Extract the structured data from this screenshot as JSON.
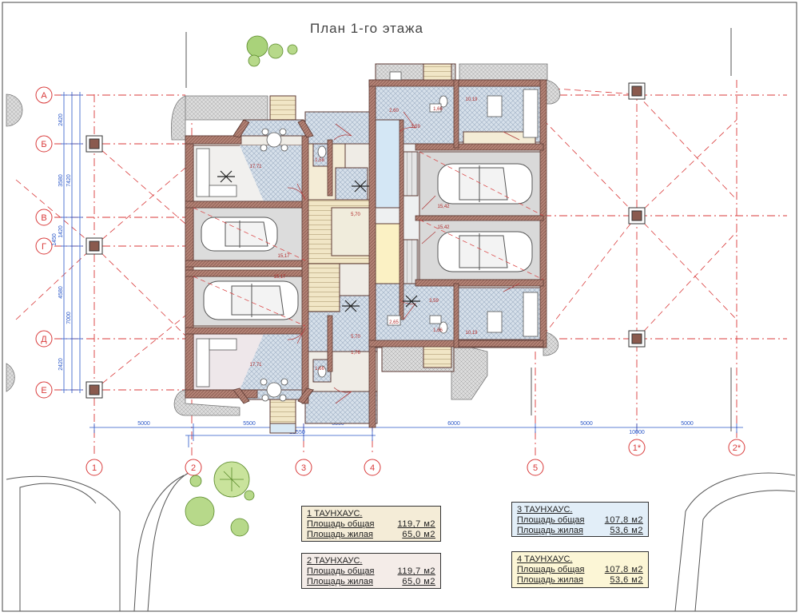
{
  "plan": {
    "title": "План 1-го этажа"
  },
  "axes": {
    "rows": [
      "А",
      "Б",
      "В",
      "Г",
      "Д",
      "Е"
    ],
    "cols": [
      "1",
      "2",
      "3",
      "4",
      "5",
      "1*",
      "2*"
    ],
    "left_dims": [
      "2420",
      "3580",
      "7420",
      "1420",
      "1450",
      "4580",
      "7000",
      "2420"
    ],
    "bottom_dims": [
      "5000",
      "5500",
      "5350",
      "21550",
      "6000",
      "5000",
      "10000",
      "5000"
    ]
  },
  "rooms": {
    "u1_living": "17,71",
    "u1_garage": "15,17",
    "u1_bath": "1,58",
    "u1_hall": "5,70",
    "u2_living": "17,71",
    "u2_garage": "15,17",
    "u2_bath": "1,66",
    "u2_hall": "5,70",
    "u2_small": "1,76",
    "u3_kitchen": "10,19",
    "u3_a": "2,60",
    "u3_b": "1,66",
    "u3_c": "3,59",
    "u3_garage": "15,42",
    "u4_garage": "15,42",
    "u4_a": "3,59",
    "u4_b": "2,65",
    "u4_c": "1,66",
    "u4_kitchen": "10,19"
  },
  "legend": [
    {
      "title": "1  ТАУНХАУС.",
      "l1": "Площадь общая",
      "v1": "119,7  м2",
      "l2": "Площадь жилая",
      "v2": "65,0  м2"
    },
    {
      "title": "2  ТАУНХАУС.",
      "l1": "Площадь общая",
      "v1": "119,7  м2",
      "l2": "Площадь жилая",
      "v2": "65,0  м2"
    },
    {
      "title": "3  ТАУНХАУС.",
      "l1": "Площадь общая",
      "v1": "107,8  м2",
      "l2": "Площадь жилая",
      "v2": "53,6  м2"
    },
    {
      "title": "4  ТАУНХАУС.",
      "l1": "Площадь общая",
      "v1": "107,8  м2",
      "l2": "Площадь жилая",
      "v2": "53,6  м2"
    }
  ],
  "colors": {
    "axis_red": "#d93a3a",
    "wall": "#b07a6e",
    "wall_dark": "#6e4a44",
    "dim_blue": "#2a57c8",
    "tile": "#c9d6e2",
    "stair": "#efe3c0",
    "garage": "#d9d9d9",
    "blue_room": "#d3e6f4",
    "yellow_room": "#fbf1c4",
    "pink_room": "#f1e6ea",
    "tree": "#8fc24a"
  }
}
